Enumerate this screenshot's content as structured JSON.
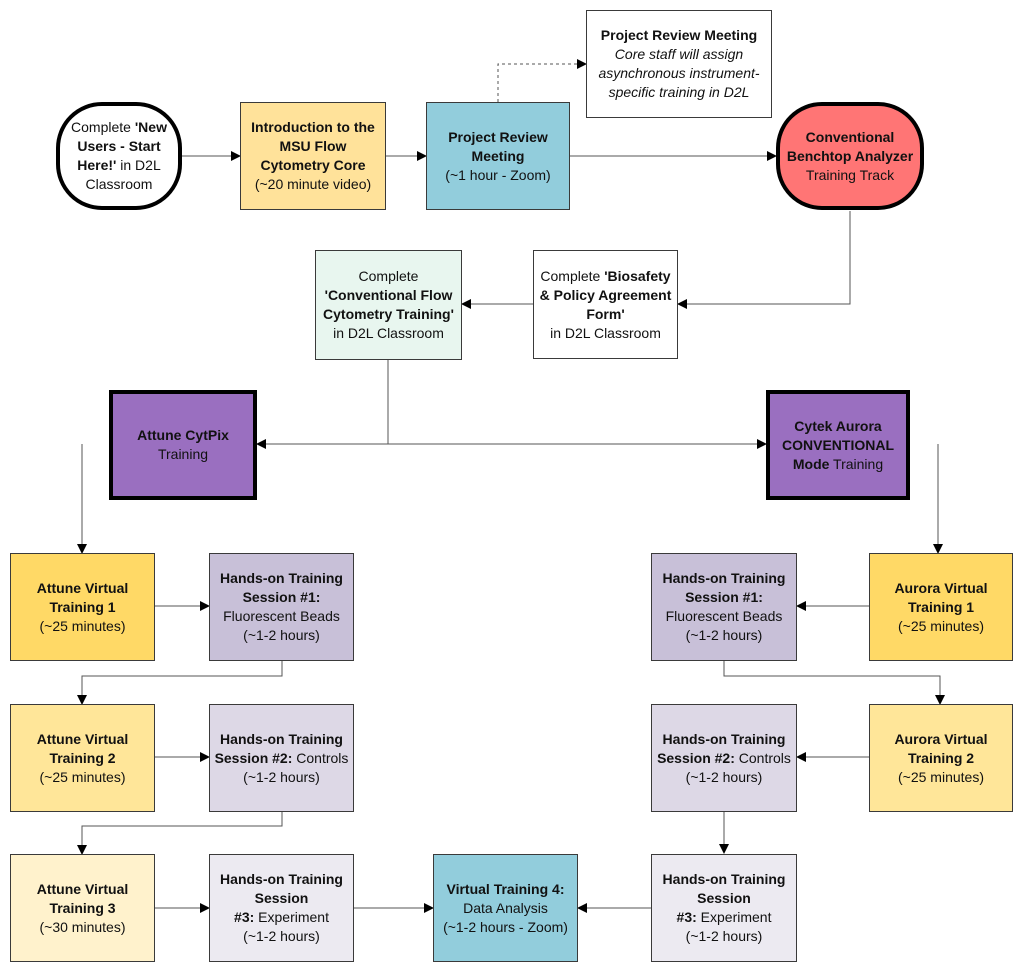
{
  "colors": {
    "line": "#3a3a3a",
    "intro": "#FFE29A",
    "meeting": "#92CDDC",
    "track": "#FF7575",
    "mint": "#E8F6EF",
    "purple": "#9A6FC0",
    "gold_dark": "#FFD966",
    "gold_mid": "#FFE699",
    "gold_light": "#FFF2CC",
    "lavender_dark": "#C8C0D8",
    "lavender_mid": "#DDD8E6",
    "lavender_light": "#ECEAF1"
  },
  "nodes": {
    "start": {
      "line1": "Complete ",
      "line1_bold": "'New",
      "line2": "Users - Start",
      "line3_bold": "Here!'",
      "line3": " in D2L",
      "line4": "Classroom"
    },
    "intro": {
      "line1": "Introduction to the",
      "line2": "MSU Flow",
      "line3": "Cytometry Core",
      "line4": "(~20 minute video)"
    },
    "meeting": {
      "line1": "Project Review",
      "line2": "Meeting",
      "line3": "(~1 hour - Zoom)"
    },
    "note": {
      "line1": "Project Review Meeting",
      "line2": "Core staff will assign",
      "line3": "asynchronous instrument-",
      "line4": "specific training in D2L"
    },
    "track": {
      "line1": "Conventional",
      "line2": "Benchtop Analyzer",
      "line3": "Training Track"
    },
    "biosafety": {
      "line1": "Complete ",
      "line1_bold": "'Biosafety",
      "line2": "& Policy Agreement",
      "line3": "Form'",
      "line4": "in D2L Classroom"
    },
    "conv_training": {
      "line1": "Complete",
      "line2": "'Conventional Flow",
      "line3": "Cytometry Training'",
      "line4": "in D2L Classroom"
    },
    "attune": {
      "line1": "Attune CytPix",
      "line2": "Training"
    },
    "cytek": {
      "line1": "Cytek Aurora",
      "line2": "CONVENTIONAL",
      "line3_bold": "Mode",
      "line3": " Training"
    },
    "attune_v1": {
      "line1": "Attune Virtual",
      "line2": "Training 1",
      "line3": "(~25 minutes)"
    },
    "attune_v2": {
      "line1": "Attune Virtual",
      "line2": "Training 2",
      "line3": "(~25 minutes)"
    },
    "attune_v3": {
      "line1": "Attune Virtual",
      "line2": "Training 3",
      "line3": "(~30 minutes)"
    },
    "aurora_v1": {
      "line1": "Aurora Virtual",
      "line2": "Training 1",
      "line3": "(~25 minutes)"
    },
    "aurora_v2": {
      "line1": "Aurora Virtual",
      "line2": "Training 2",
      "line3": "(~25 minutes)"
    },
    "hands1_l": {
      "line1": "Hands-on Training",
      "line2": "Session #1:",
      "line3": "Fluorescent Beads",
      "line4": "(~1-2 hours)"
    },
    "hands2_l": {
      "line1": "Hands-on Training",
      "line2_bold": "Session #2:",
      "line2": " Controls",
      "line3": "(~1-2 hours)"
    },
    "hands3_l": {
      "line1": "Hands-on Training",
      "line2": "Session",
      "line3_bold": "#3:",
      "line3": " Experiment",
      "line4": "(~1-2 hours)"
    },
    "hands1_r": {
      "line1": "Hands-on Training",
      "line2": "Session #1:",
      "line3": "Fluorescent Beads",
      "line4": "(~1-2 hours)"
    },
    "hands2_r": {
      "line1": "Hands-on Training",
      "line2_bold": "Session #2:",
      "line2": " Controls",
      "line3": "(~1-2 hours)"
    },
    "hands3_r": {
      "line1": "Hands-on Training",
      "line2": "Session",
      "line3_bold": "#3:",
      "line3": " Experiment",
      "line4": "(~1-2 hours)"
    },
    "virtual4": {
      "line1": "Virtual Training 4:",
      "line2": "Data Analysis",
      "line3": "(~1-2 hours - Zoom)"
    }
  }
}
